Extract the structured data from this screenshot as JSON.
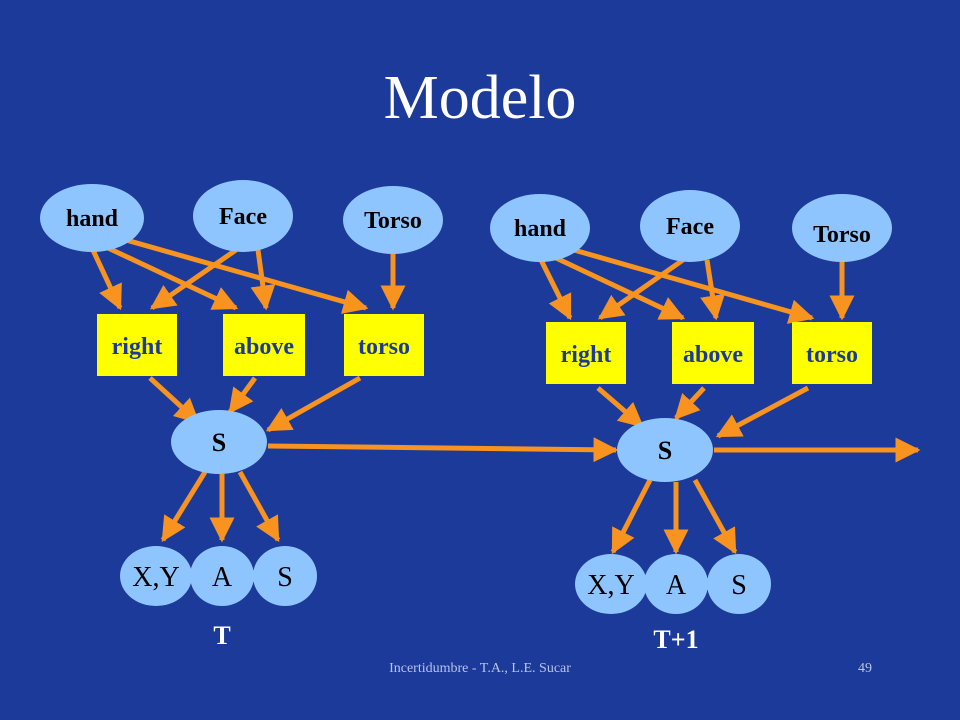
{
  "slide": {
    "title": "Modelo",
    "footer": "Incertidumbre - T.A., L.E. Sucar",
    "page_number": "49"
  },
  "colors": {
    "background": "#1b3a9a",
    "node_fill": "#8ec5ff",
    "box_fill": "#ffff00",
    "arrow": "#f7931e"
  },
  "diagram": {
    "slice_t": {
      "time_label": "T",
      "top_nodes": [
        "hand",
        "Face",
        "Torso"
      ],
      "feature_nodes": [
        "right",
        "above",
        "torso"
      ],
      "state_node": "S",
      "observation_nodes": [
        "X,Y",
        "A",
        "S"
      ]
    },
    "slice_t1": {
      "time_label": "T+1",
      "top_nodes": [
        "hand",
        "Face",
        "Torso"
      ],
      "feature_nodes": [
        "right",
        "above",
        "torso"
      ],
      "state_node": "S",
      "observation_nodes": [
        "X,Y",
        "A",
        "S"
      ]
    }
  }
}
